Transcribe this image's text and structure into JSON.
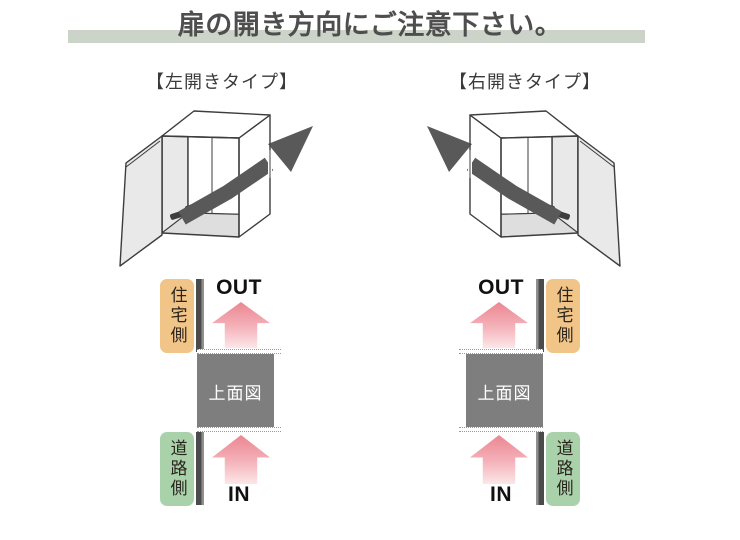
{
  "title": "扉の開き方向にご注意下さい。",
  "panels": [
    {
      "id": "left-open",
      "subtitle": "【左開きタイプ】",
      "top_view": {
        "house_side": "住宅側",
        "road_side": "道路側",
        "out": "OUT",
        "in": "IN",
        "center": "上面図"
      }
    },
    {
      "id": "right-open",
      "subtitle": "【右開きタイプ】",
      "top_view": {
        "house_side": "住宅側",
        "road_side": "道路側",
        "out": "OUT",
        "in": "IN",
        "center": "上面図"
      }
    }
  ],
  "colors": {
    "title_bar": "#ccd4c9",
    "title_text": "#4e4e4e",
    "house_bg": "#f1c488",
    "road_bg": "#a9d2ab",
    "door_bar": "#4b4b4b",
    "square_bg": "#7e7e7e",
    "square_text": "#ffffff",
    "pink_strong": "#ec8b96",
    "pink_light": "#fbe7e8",
    "ink": "#111111",
    "outline": "#3d3d3d",
    "arrow_dark": "#595959",
    "face_light": "#e9e9e9"
  }
}
